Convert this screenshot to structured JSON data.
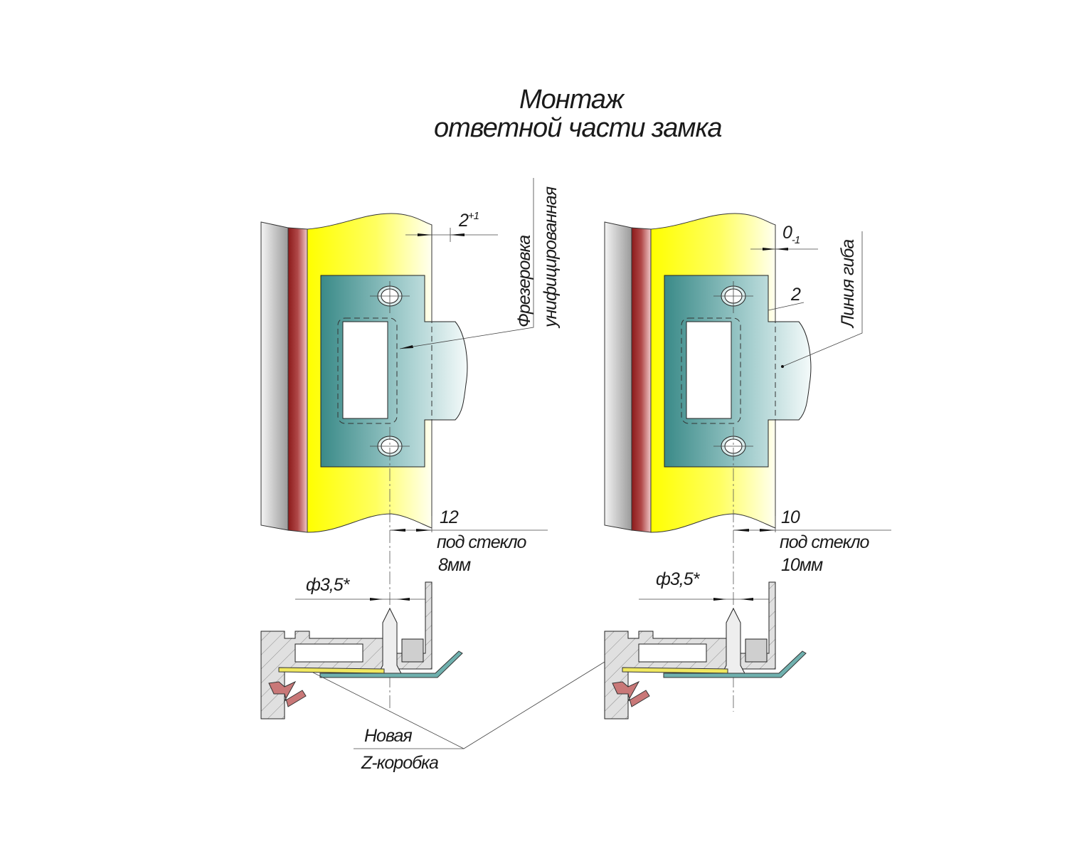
{
  "title": {
    "line1": "Монтаж",
    "line2": "ответной части замка"
  },
  "left_panel": {
    "gap_dim": "2",
    "gap_tol": "+1",
    "callout_line1": "Фрезеровка",
    "callout_line2": "унифицированная",
    "offset_dim": "12",
    "glass_line1": "под стекло",
    "glass_line2": "8мм",
    "hole_dim": "ф3,5*"
  },
  "right_panel": {
    "gap_dim": "0",
    "gap_tol": "-1",
    "bend_dim": "2",
    "callout": "Линия гиба",
    "offset_dim": "10",
    "glass_line1": "под стекло",
    "glass_line2": "10мм",
    "hole_dim": "ф3,5*"
  },
  "shared_callout": {
    "line1": "Новая",
    "line2": "Z-коробка"
  },
  "colors": {
    "yellow": "#ffff00",
    "red": "#a52a2a",
    "teal": "#3e8e8c",
    "gray": "#d8d8d8"
  }
}
